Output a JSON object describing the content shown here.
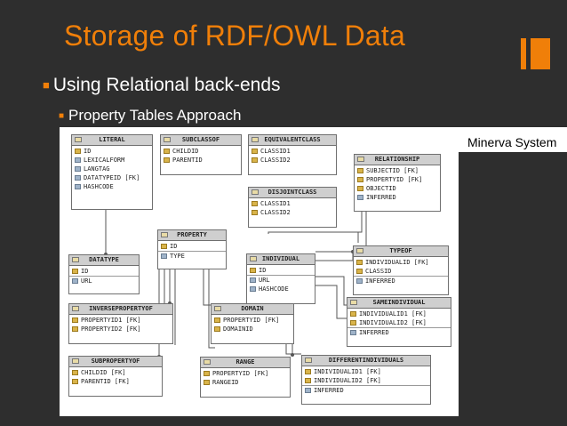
{
  "slide": {
    "title": "Storage of RDF/OWL Data",
    "bullet1": "Using Relational back-ends",
    "bullet2": "Property Tables Approach",
    "caption": "Minerva System"
  },
  "colors": {
    "accent": "#f07f09",
    "background": "#2e2e2e"
  },
  "entities": {
    "literal": {
      "name": "LITERAL",
      "fields": [
        "ID",
        "LEXICALFORM",
        "LANGTAG",
        "DATATYPEID [FK]",
        "HASHCODE"
      ]
    },
    "subclassof": {
      "name": "SUBCLASSOF",
      "fields": [
        "CHILDID",
        "PARENTID"
      ]
    },
    "equivalentclass": {
      "name": "EQUIVALENTCLASS",
      "fields": [
        "CLASSID1",
        "CLASSID2"
      ]
    },
    "relationship": {
      "name": "RELATIONSHIP",
      "fields": [
        "SUBJECTID [FK]",
        "PROPERTYID [FK]",
        "OBJECTID",
        "INFERRED"
      ]
    },
    "disjointclass": {
      "name": "DISJOINTCLASS",
      "fields": [
        "CLASSID1",
        "CLASSID2"
      ]
    },
    "property": {
      "name": "PROPERTY",
      "fields": [
        "ID",
        "TYPE"
      ]
    },
    "datatype": {
      "name": "DATATYPE",
      "fields": [
        "ID",
        "URL"
      ]
    },
    "individual": {
      "name": "INDIVIDUAL",
      "fields": [
        "ID",
        "URL",
        "HASHCODE"
      ]
    },
    "typeof": {
      "name": "TYPEOF",
      "fields": [
        "INDIVIDUALID [FK]",
        "CLASSID",
        "INFERRED"
      ]
    },
    "inversepropertyof": {
      "name": "INVERSEPROPERTYOF",
      "fields": [
        "PROPERTYID1 [FK]",
        "PROPERTYID2 [FK]"
      ]
    },
    "domain": {
      "name": "DOMAIN",
      "fields": [
        "PROPERTYID [FK]",
        "DOMAINID"
      ]
    },
    "sameindividual": {
      "name": "SAMEINDIVIDUAL",
      "fields": [
        "INDIVIDUALID1 [FK]",
        "INDIVIDUALID2 [FK]",
        "INFERRED"
      ]
    },
    "subpropertyof": {
      "name": "SUBPROPERTYOF",
      "fields": [
        "CHILDID [FK]",
        "PARENTID [FK]"
      ]
    },
    "range": {
      "name": "RANGE",
      "fields": [
        "PROPERTYID [FK]",
        "RANGEID"
      ]
    },
    "differentindividuals": {
      "name": "DIFFERENTINDIVIDUALS",
      "fields": [
        "INDIVIDUALID1 [FK]",
        "INDIVIDUALID2 [FK]",
        "INFERRED"
      ]
    }
  }
}
